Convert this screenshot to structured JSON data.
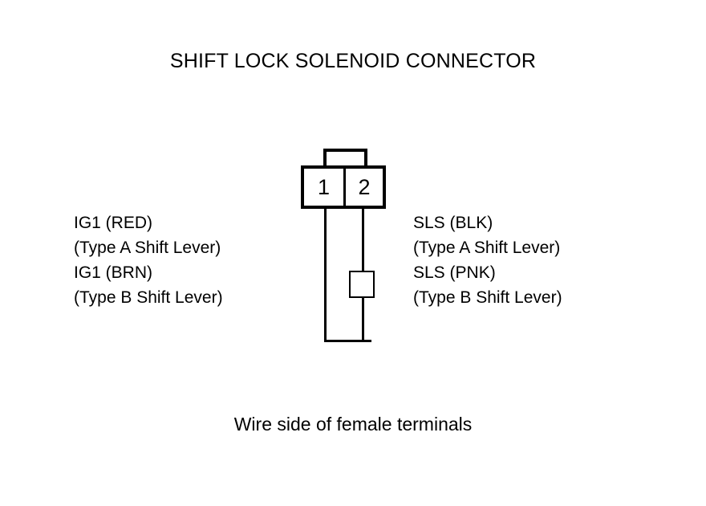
{
  "diagram": {
    "title": "SHIFT LOCK SOLENOID CONNECTOR",
    "caption": "Wire side of female terminals",
    "colors": {
      "ink": "#000000",
      "background": "#ffffff"
    },
    "connector": {
      "pins": [
        {
          "number": "1"
        },
        {
          "number": "2"
        }
      ]
    },
    "labels": {
      "left": {
        "lines": [
          "IG1 (RED)",
          "(Type A Shift Lever)",
          "IG1 (BRN)",
          "(Type B Shift Lever)"
        ]
      },
      "right": {
        "lines": [
          "SLS (BLK)",
          "(Type A Shift Lever)",
          "SLS (PNK)",
          "(Type B Shift Lever)"
        ]
      }
    }
  }
}
